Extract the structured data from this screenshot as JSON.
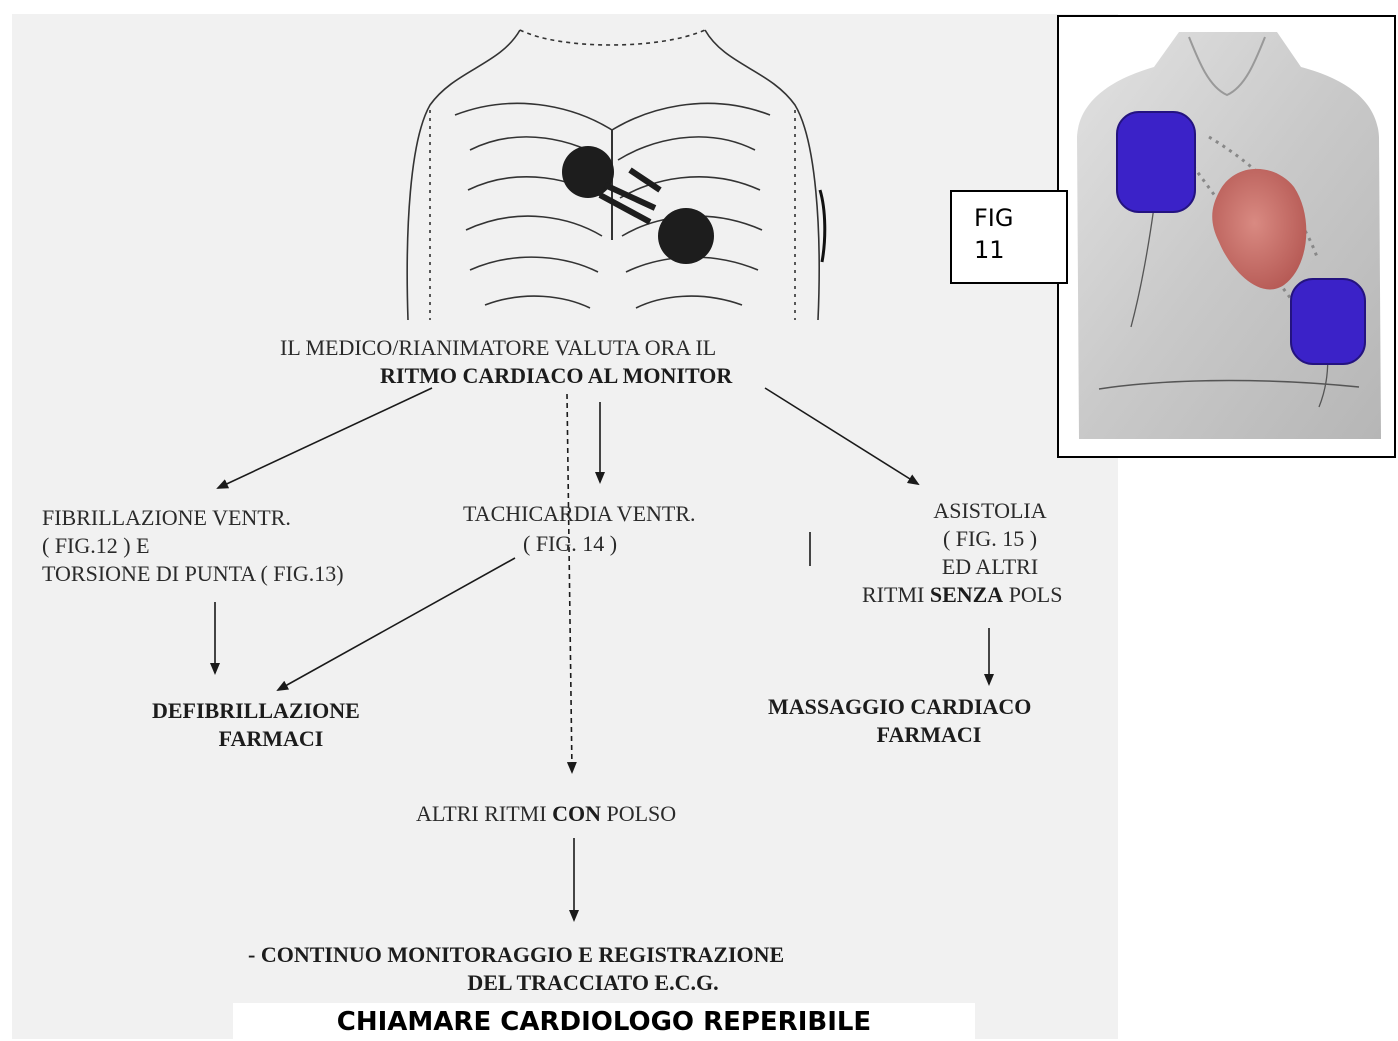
{
  "diagram": {
    "header_line1": "IL MEDICO/RIANIMATORE VALUTA ORA IL",
    "header_line2": "RITMO CARDIACO AL MONITOR",
    "left_branch": {
      "line1": "FIBRILLAZIONE VENTR.",
      "line2": "( FIG.12 )   E",
      "line3": "TORSIONE DI PUNTA ( FIG.13)"
    },
    "middle_branch": {
      "line1": "TACHICARDIA VENTR.",
      "line2": "( FIG. 14 )"
    },
    "right_branch": {
      "line1": "ASISTOLIA",
      "line2": "( FIG. 15 )",
      "line3": "ED ALTRI",
      "line4_a": "RITMI ",
      "line4_b": "SENZA",
      "line4_c": " POLS"
    },
    "left_action": {
      "line1": "DEFIBRILLAZIONE",
      "line2": "FARMACI"
    },
    "right_action": {
      "line1": "MASSAGGIO CARDIACO",
      "line2": "FARMACI"
    },
    "pulse_line_a": "ALTRI RITMI ",
    "pulse_line_b": "CON",
    "pulse_line_c": " POLSO",
    "final_line1": "-  CONTINUO MONITORAGGIO E REGISTRAZIONE",
    "final_line2": "DEL TRACCIATO E.C.G."
  },
  "figure_label": "FIG\n11",
  "footer": "CHIAMARE CARDIOLOGO REPERIBILE",
  "colors": {
    "pad": "#3b22c8",
    "heart": "#c46a64",
    "skin": "#cfcfcf"
  }
}
